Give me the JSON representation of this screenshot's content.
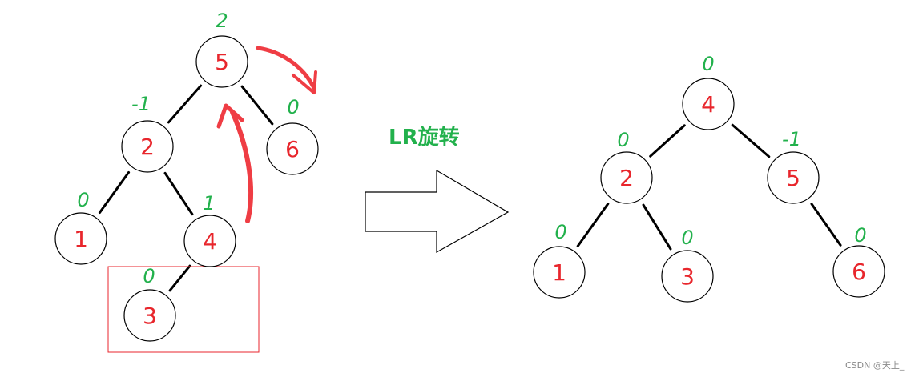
{
  "colors": {
    "node_text": "#e8262c",
    "balance_text": "#22b14c",
    "stroke": "#000000",
    "highlight_box": "#e8262c",
    "rotation_arrows": "#ef3d44"
  },
  "title": "LR旋转",
  "watermark": "CSDN @天上_",
  "before": {
    "nodes": [
      {
        "id": "b5",
        "label": "5",
        "bf": "2"
      },
      {
        "id": "b2",
        "label": "2",
        "bf": "-1"
      },
      {
        "id": "b6",
        "label": "6",
        "bf": "0"
      },
      {
        "id": "b1",
        "label": "1",
        "bf": "0"
      },
      {
        "id": "b4",
        "label": "4",
        "bf": "1"
      },
      {
        "id": "b3",
        "label": "3",
        "bf": "0"
      }
    ],
    "edges": [
      [
        "b5",
        "b2"
      ],
      [
        "b5",
        "b6"
      ],
      [
        "b2",
        "b1"
      ],
      [
        "b2",
        "b4"
      ],
      [
        "b4",
        "b3"
      ]
    ],
    "highlight_node": "b3"
  },
  "after": {
    "nodes": [
      {
        "id": "a4",
        "label": "4",
        "bf": "0"
      },
      {
        "id": "a2",
        "label": "2",
        "bf": "0"
      },
      {
        "id": "a5",
        "label": "5",
        "bf": "-1"
      },
      {
        "id": "a1",
        "label": "1",
        "bf": "0"
      },
      {
        "id": "a3",
        "label": "3",
        "bf": "0"
      },
      {
        "id": "a6",
        "label": "6",
        "bf": "0"
      }
    ],
    "edges": [
      [
        "a4",
        "a2"
      ],
      [
        "a4",
        "a5"
      ],
      [
        "a2",
        "a1"
      ],
      [
        "a2",
        "a3"
      ],
      [
        "a5",
        "a6"
      ]
    ]
  }
}
